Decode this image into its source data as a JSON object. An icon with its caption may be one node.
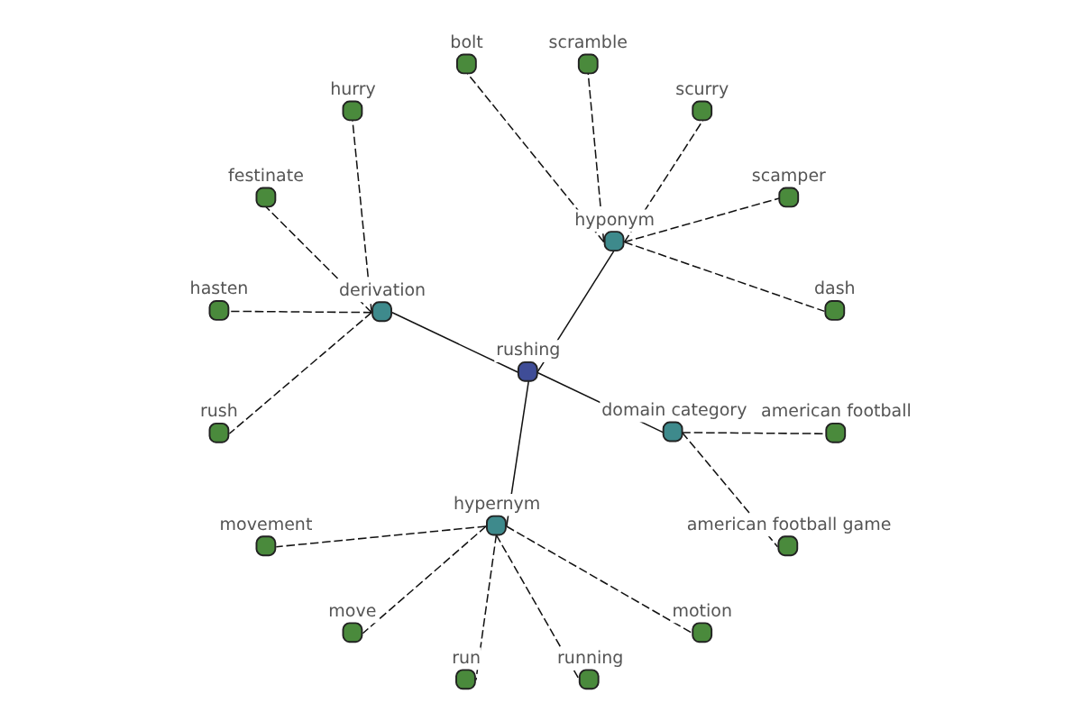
{
  "diagram": {
    "nodes": [
      {
        "text": [
          "rushing"
        ]
      },
      {
        "text": [
          "hyponym"
        ]
      },
      {
        "text": [
          "dash"
        ]
      },
      {
        "text": [
          "scamper"
        ]
      },
      {
        "text": [
          "scurry"
        ]
      },
      {
        "text": [
          "scramble"
        ]
      },
      {
        "text": [
          "bolt"
        ]
      },
      {
        "text": [
          "derivation"
        ]
      },
      {
        "text": [
          "hurry"
        ]
      },
      {
        "text": [
          "festinate"
        ]
      },
      {
        "text": [
          "hasten"
        ]
      },
      {
        "text": [
          "rush"
        ]
      },
      {
        "text": [
          "hypernym"
        ]
      },
      {
        "text": [
          "movement"
        ]
      },
      {
        "text": [
          "move"
        ]
      },
      {
        "text": [
          "run"
        ]
      },
      {
        "text": [
          "running"
        ]
      },
      {
        "text": [
          "motion"
        ]
      },
      {
        "text": [
          "domain category"
        ]
      },
      {
        "text": [
          "american football game"
        ]
      },
      {
        "text": [
          "american football"
        ]
      }
    ],
    "edges": [
      {
        "from": 0,
        "to": 1,
        "arrow": "none"
      },
      {
        "from": 1,
        "to": 2,
        "arrow": "none",
        "style": "dashed"
      },
      {
        "from": 1,
        "to": 3,
        "arrow": "none",
        "style": "dashed"
      },
      {
        "from": 1,
        "to": 4,
        "arrow": "none",
        "style": "dashed"
      },
      {
        "from": 1,
        "to": 5,
        "arrow": "none",
        "style": "dashed"
      },
      {
        "from": 1,
        "to": 6,
        "arrow": "none",
        "style": "dashed"
      },
      {
        "from": 0,
        "to": 7,
        "arrow": "none"
      },
      {
        "from": 7,
        "to": 8,
        "arrow": "none",
        "style": "dashed"
      },
      {
        "from": 7,
        "to": 9,
        "arrow": "none",
        "style": "dashed"
      },
      {
        "from": 7,
        "to": 10,
        "arrow": "none",
        "style": "dashed"
      },
      {
        "from": 7,
        "to": 11,
        "arrow": "none",
        "style": "dashed"
      },
      {
        "from": 0,
        "to": 12,
        "arrow": "none"
      },
      {
        "from": 12,
        "to": 13,
        "arrow": "none",
        "style": "dashed"
      },
      {
        "from": 12,
        "to": 14,
        "arrow": "none",
        "style": "dashed"
      },
      {
        "from": 12,
        "to": 15,
        "arrow": "none",
        "style": "dashed"
      },
      {
        "from": 12,
        "to": 16,
        "arrow": "none",
        "style": "dashed"
      },
      {
        "from": 12,
        "to": 17,
        "arrow": "none",
        "style": "dashed"
      },
      {
        "from": 0,
        "to": 18,
        "arrow": "none"
      },
      {
        "from": 18,
        "to": 19,
        "arrow": "none",
        "style": "dashed"
      },
      {
        "from": 18,
        "to": 20,
        "arrow": "none",
        "style": "dashed"
      }
    ]
  }
}
